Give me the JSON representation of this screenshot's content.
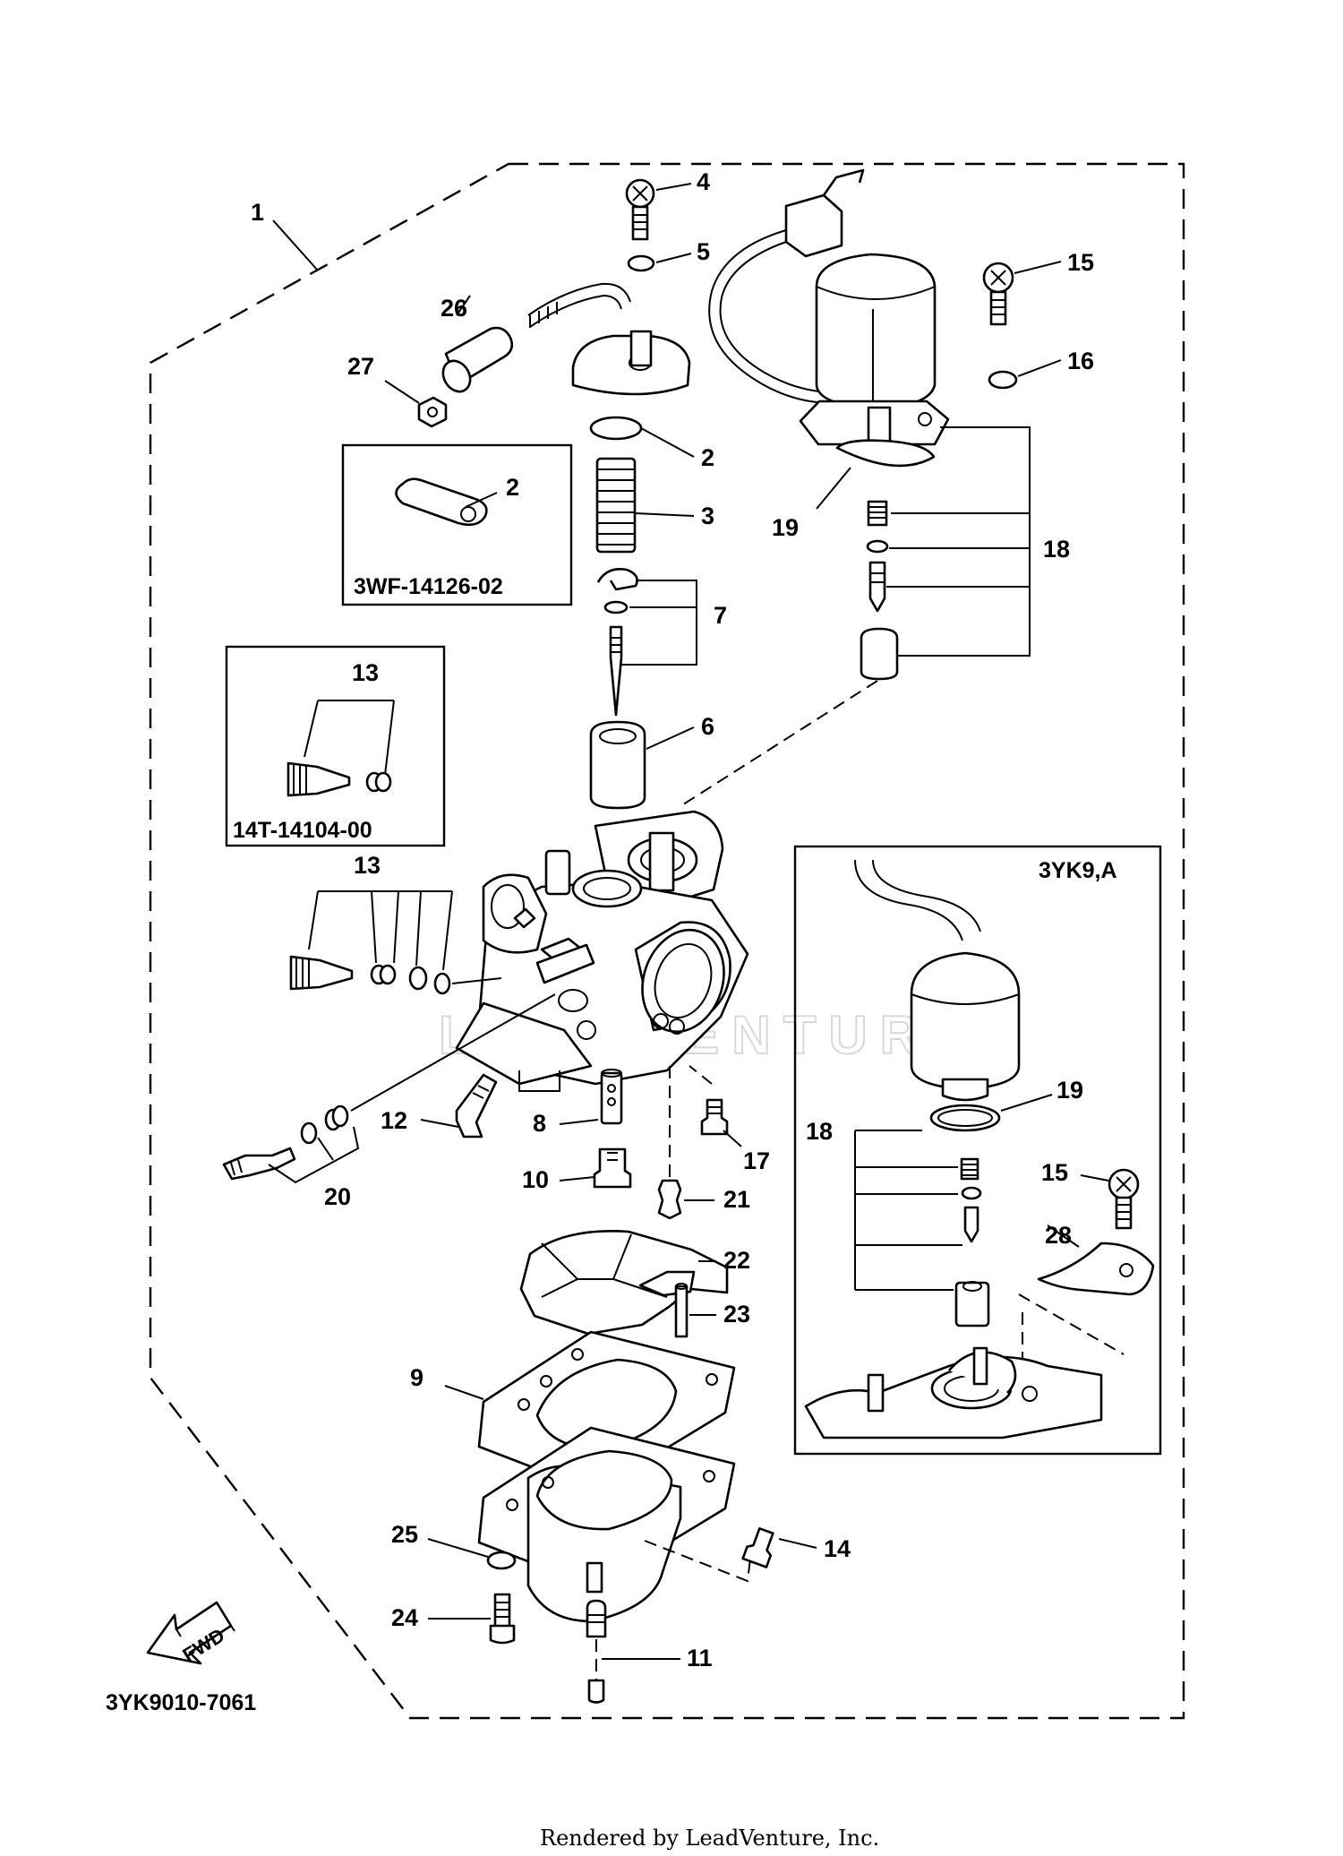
{
  "diagram": {
    "figure_code": "3YK9010-7061",
    "footer": "Rendered by LeadVenture, Inc.",
    "watermark": "LEADVENTURE",
    "fwd_label": "FWD",
    "insets": {
      "gasket_kit": "3WF-14126-02",
      "pilot_screw_kit": "14T-14104-00",
      "model_variant": "3YK9,A"
    },
    "callouts": {
      "c1": "1",
      "c2a": "2",
      "c2b": "2",
      "c3": "3",
      "c4": "4",
      "c5": "5",
      "c6": "6",
      "c7": "7",
      "c8": "8",
      "c9": "9",
      "c10": "10",
      "c11": "11",
      "c12": "12",
      "c13a": "13",
      "c13b": "13",
      "c14": "14",
      "c15a": "15",
      "c15b": "15",
      "c16": "16",
      "c17": "17",
      "c18a": "18",
      "c18b": "18",
      "c19a": "19",
      "c19b": "19",
      "c20": "20",
      "c21": "21",
      "c22": "22",
      "c23": "23",
      "c24": "24",
      "c25": "25",
      "c26": "26",
      "c27": "27",
      "c28": "28"
    }
  }
}
